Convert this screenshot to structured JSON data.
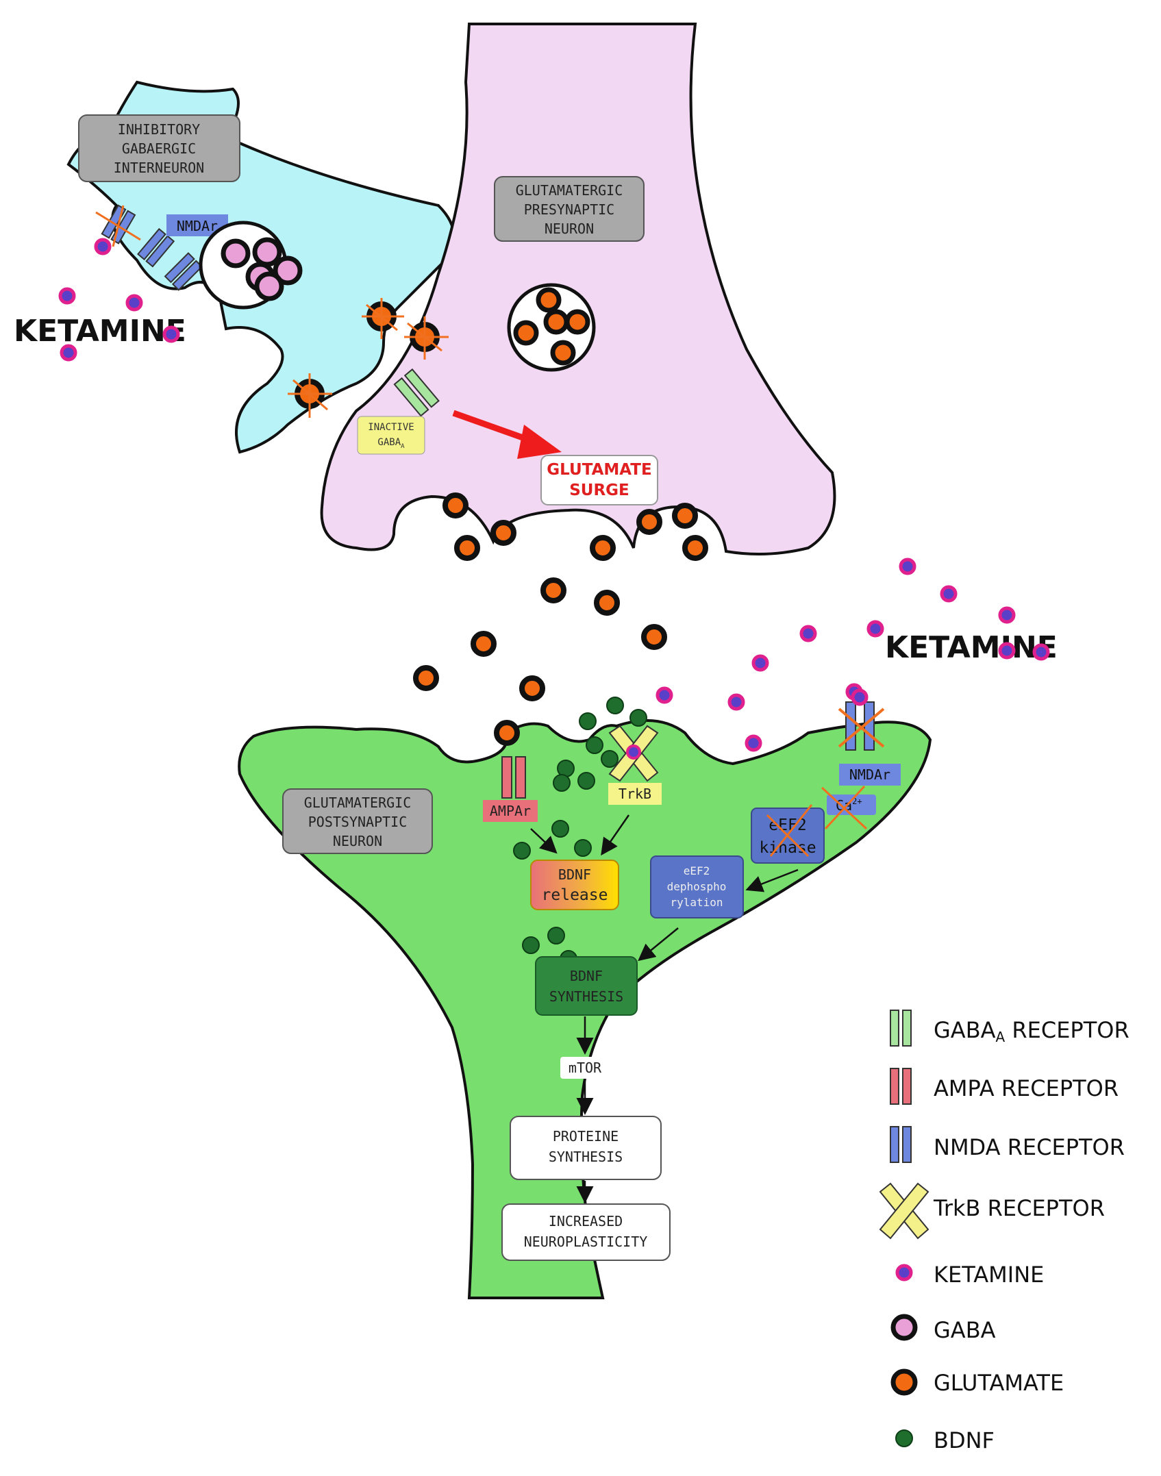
{
  "ketamine_label": "KETAMINE",
  "interneuron": {
    "label_lines": [
      "INHIBITORY",
      "GABAERGIC",
      "INTERNEURON"
    ],
    "receptor_label": "NMDAr"
  },
  "presynaptic": {
    "label_lines": [
      "GLUTAMATERGIC",
      "PRESYNAPTIC",
      "NEURON"
    ]
  },
  "inactive_gaba": {
    "label_lines": [
      "INACTIVE",
      "GABA"
    ],
    "subscript": "A"
  },
  "glutamate_surge": {
    "label_lines": [
      "GLUTAMATE",
      "SURGE"
    ]
  },
  "postsynaptic": {
    "label_lines": [
      "GLUTAMATERGIC",
      "POSTSYNAPTIC",
      "NEURON"
    ],
    "ampa_label": "AMPAr",
    "trkb_label": "TrkB",
    "nmda_label": "NMDAr",
    "ca_label": "Ca",
    "ca_superscript": "2+",
    "bdnf_release": [
      "BDNF",
      "release"
    ],
    "eef2_kinase": [
      "eEF2",
      "kinase"
    ],
    "eef2_dephos": [
      "eEF2",
      "dephospho",
      "rylation"
    ],
    "bdnf_synthesis": [
      "BDNF",
      "SYNTHESIS"
    ],
    "mtor": "mTOR",
    "protein_synthesis": [
      "PROTEINE",
      "SYNTHESIS"
    ],
    "neuroplasticity": [
      "INCREASED",
      "NEUROPLASTICITY"
    ]
  },
  "legend": [
    {
      "icon": "gaba-a-receptor-icon",
      "label": "GABA",
      "subscript": "A",
      "suffix": " RECEPTOR"
    },
    {
      "icon": "ampa-receptor-icon",
      "label": "AMPA RECEPTOR"
    },
    {
      "icon": "nmda-receptor-icon",
      "label": "NMDA RECEPTOR"
    },
    {
      "icon": "trkb-receptor-icon",
      "label": "TrkB RECEPTOR"
    },
    {
      "icon": "ketamine-icon",
      "label": "KETAMINE"
    },
    {
      "icon": "gaba-icon",
      "label": "GABA"
    },
    {
      "icon": "glutamate-icon",
      "label": "GLUTAMATE"
    },
    {
      "icon": "bdnf-icon",
      "label": "BDNF"
    }
  ],
  "colors": {
    "interneuron_fill": "#b8f4f7",
    "presynaptic_fill": "#f2d8f2",
    "postsynaptic_fill": "#78de6e",
    "glutamate": "#f26b12",
    "gaba": "#e8a0d6",
    "ketamine_outer": "#e0208c",
    "ketamine_inner": "#5a40c8",
    "bdnf": "#1f6e2e",
    "surge_text": "#e02020",
    "arrow_red": "#ee1c1c"
  }
}
